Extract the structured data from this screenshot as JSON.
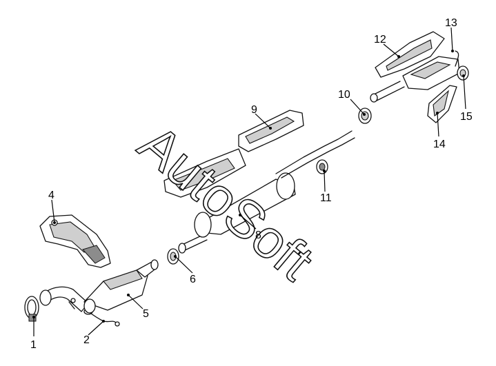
{
  "watermark": "AutoSoft",
  "callouts": [
    "1",
    "2",
    "4",
    "5",
    "6",
    "8",
    "9",
    "10",
    "11",
    "12",
    "13",
    "14",
    "15"
  ]
}
